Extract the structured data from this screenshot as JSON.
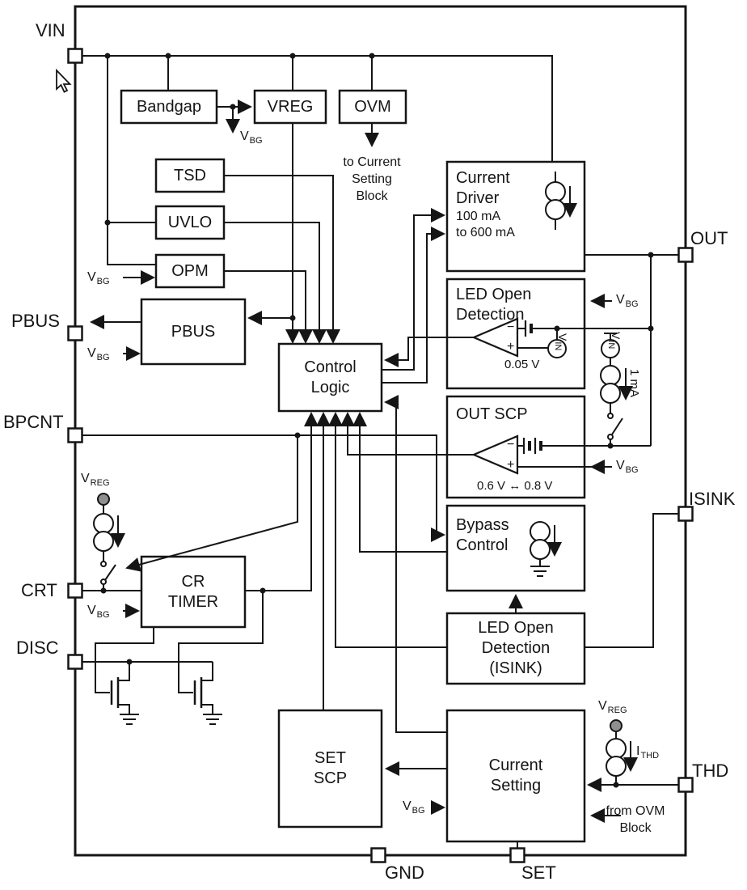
{
  "pins": {
    "vin": "VIN",
    "pbus": "PBUS",
    "bpcnt": "BPCNT",
    "crt": "CRT",
    "disc": "DISC",
    "out": "OUT",
    "isink": "ISINK",
    "thd": "THD",
    "gnd": "GND",
    "set": "SET"
  },
  "blocks": {
    "bandgap": "Bandgap",
    "vreg": "VREG",
    "ovm": "OVM",
    "tsd": "TSD",
    "uvlo": "UVLO",
    "opm": "OPM",
    "pbus": "PBUS",
    "control_logic": {
      "line1": "Control",
      "line2": "Logic"
    },
    "current_driver": {
      "line1": "Current",
      "line2": "Driver",
      "sub1": "100 mA",
      "sub2": "to 600 mA"
    },
    "led_open": {
      "line1": "LED Open",
      "line2": "Detection"
    },
    "out_scp": "OUT SCP",
    "bypass": {
      "line1": "Bypass",
      "line2": "Control"
    },
    "led_open_isink": {
      "line1": "LED Open",
      "line2": "Detection",
      "line3": "(ISINK)"
    },
    "cr_timer": {
      "line1": "CR",
      "line2": "TIMER"
    },
    "set_scp": {
      "line1": "SET",
      "line2": "SCP"
    },
    "current_setting": {
      "line1": "Current",
      "line2": "Setting"
    }
  },
  "labels": {
    "vbg": {
      "base": "V",
      "sub": "BG"
    },
    "vreg": {
      "base": "V",
      "sub": "REG"
    },
    "vin": {
      "base": "V",
      "sub": "IN"
    },
    "ithd": {
      "base": "I",
      "sub": "THD"
    },
    "to_current_setting": {
      "line1": "to Current",
      "line2": "Setting",
      "line3": "Block"
    },
    "from_ovm": {
      "line1": "from OVM",
      "line2": "Block"
    },
    "offset_005": "0.05 V",
    "threshold_0608": "0.6 V ↔ 0.8 V",
    "current_1ma": "1 mA",
    "minus": "−",
    "plus": "+"
  }
}
